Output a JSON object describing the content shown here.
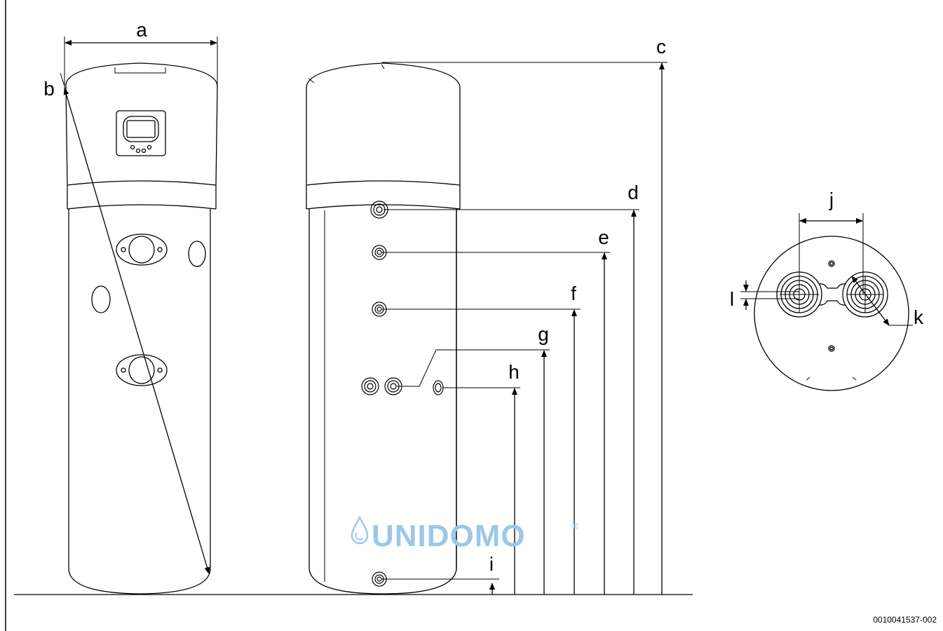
{
  "diagram": {
    "labels": {
      "a": "a",
      "b": "b",
      "c": "c",
      "d": "d",
      "e": "e",
      "f": "f",
      "g": "g",
      "h": "h",
      "i": "i",
      "j": "j",
      "k": "k",
      "l": "l"
    },
    "figure_code": "0010041537-002",
    "watermark": {
      "text": "UNIDOMO",
      "mark": "®"
    },
    "colors": {
      "line": "#000000",
      "watermark": "#9cc8e8",
      "background": "#ffffff"
    }
  }
}
